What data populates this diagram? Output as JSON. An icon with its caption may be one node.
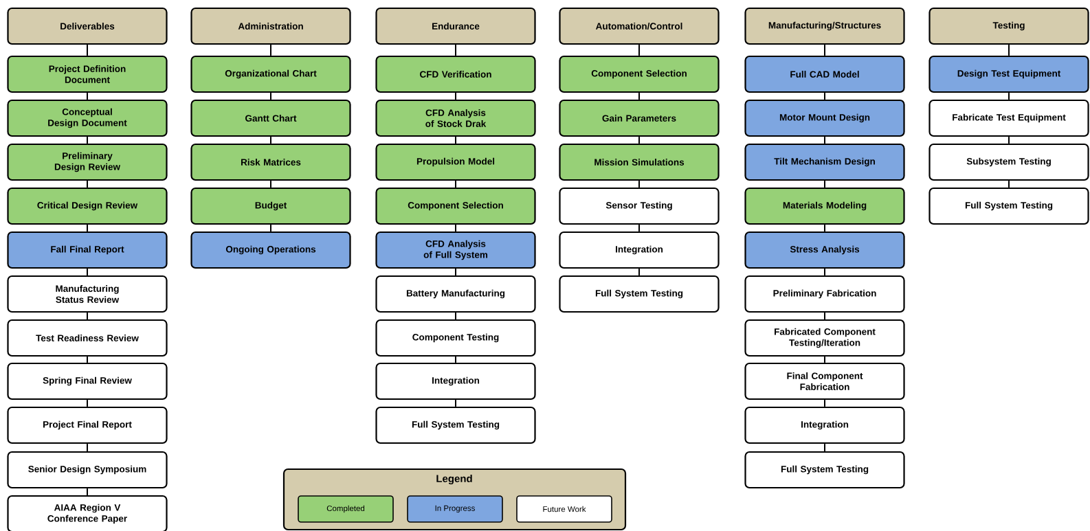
{
  "diagram": {
    "nodes": [
      {
        "text": [
          "Deliverables"
        ]
      },
      {
        "text": [
          "Project Definition Document"
        ]
      },
      {
        "text": [
          "Conceptual Design Document"
        ]
      },
      {
        "text": [
          "Preliminary Design Review"
        ]
      },
      {
        "text": [
          "Critical Design Review"
        ]
      },
      {
        "text": [
          "Fall Final Report"
        ]
      },
      {
        "text": [
          "Manufacturing Status Review"
        ]
      },
      {
        "text": [
          "Test Readiness Review"
        ]
      },
      {
        "text": [
          "Spring Final Review"
        ]
      },
      {
        "text": [
          "Project Final Report"
        ]
      },
      {
        "text": [
          "Senior Design Symposium"
        ]
      },
      {
        "text": [
          "AIAA Region V Conference Paper"
        ]
      },
      {
        "text": [
          "Administration"
        ]
      },
      {
        "text": [
          "Organizational Chart"
        ]
      },
      {
        "text": [
          "Gantt Chart"
        ]
      },
      {
        "text": [
          "Risk Matrices"
        ]
      },
      {
        "text": [
          "Budget"
        ]
      },
      {
        "text": [
          "Ongoing Operations"
        ]
      },
      {
        "text": [
          "Endurance"
        ]
      },
      {
        "text": [
          "CFD Verification"
        ]
      },
      {
        "text": [
          "CFD Analysis of Stock Drak"
        ]
      },
      {
        "text": [
          "Propulsion Model"
        ]
      },
      {
        "text": [
          "Component Selection"
        ]
      },
      {
        "text": [
          "CFD Analysis of Full System"
        ]
      },
      {
        "text": [
          "Battery Manufacturing"
        ]
      },
      {
        "text": [
          "Component Testing"
        ]
      },
      {
        "text": [
          "Integration"
        ]
      },
      {
        "text": [
          "Full System Testing"
        ]
      },
      {
        "text": [
          "Automation/Control"
        ]
      },
      {
        "text": [
          "Component Selection"
        ]
      },
      {
        "text": [
          "Gain Parameters"
        ]
      },
      {
        "text": [
          "Mission Simulations"
        ]
      },
      {
        "text": [
          "Sensor Testing"
        ]
      },
      {
        "text": [
          "Integration"
        ]
      },
      {
        "text": [
          "Full System Testing"
        ]
      },
      {
        "text": [
          "Manufacturing/Structures"
        ]
      },
      {
        "text": [
          "Full CAD Model"
        ]
      },
      {
        "text": [
          "Motor Mount Design"
        ]
      },
      {
        "text": [
          "Tilt Mechanism Design"
        ]
      },
      {
        "text": [
          "Materials Modeling"
        ]
      },
      {
        "text": [
          "Stress Analysis"
        ]
      },
      {
        "text": [
          "Preliminary Fabrication"
        ]
      },
      {
        "text": [
          "Fabricated Component Testing/Iteration"
        ]
      },
      {
        "text": [
          "Final Component Fabrication"
        ]
      },
      {
        "text": [
          "Integration"
        ]
      },
      {
        "text": [
          "Full System Testing"
        ]
      },
      {
        "text": [
          "Testing"
        ]
      },
      {
        "text": [
          "Design Test Equipment"
        ]
      },
      {
        "text": [
          "Fabricate Test Equipment"
        ]
      },
      {
        "text": [
          "Subsystem Testing"
        ]
      },
      {
        "text": [
          "Full System Testing"
        ]
      }
    ],
    "edges": [
      {
        "from": 0,
        "to": 1,
        "arrow": "none"
      },
      {
        "from": 1,
        "to": 2,
        "arrow": "none"
      },
      {
        "from": 2,
        "to": 3,
        "arrow": "none"
      },
      {
        "from": 3,
        "to": 4,
        "arrow": "none"
      },
      {
        "from": 4,
        "to": 5,
        "arrow": "none"
      },
      {
        "from": 5,
        "to": 6,
        "arrow": "none"
      },
      {
        "from": 6,
        "to": 7,
        "arrow": "none"
      },
      {
        "from": 7,
        "to": 8,
        "arrow": "none"
      },
      {
        "from": 8,
        "to": 9,
        "arrow": "none"
      },
      {
        "from": 9,
        "to": 10,
        "arrow": "none"
      },
      {
        "from": 10,
        "to": 11,
        "arrow": "none"
      },
      {
        "from": 12,
        "to": 13,
        "arrow": "none"
      },
      {
        "from": 13,
        "to": 14,
        "arrow": "none"
      },
      {
        "from": 14,
        "to": 15,
        "arrow": "none"
      },
      {
        "from": 15,
        "to": 16,
        "arrow": "none"
      },
      {
        "from": 16,
        "to": 17,
        "arrow": "none"
      },
      {
        "from": 18,
        "to": 19,
        "arrow": "none"
      },
      {
        "from": 19,
        "to": 20,
        "arrow": "none"
      },
      {
        "from": 20,
        "to": 21,
        "arrow": "none"
      },
      {
        "from": 21,
        "to": 22,
        "arrow": "none"
      },
      {
        "from": 22,
        "to": 23,
        "arrow": "none"
      },
      {
        "from": 23,
        "to": 24,
        "arrow": "none"
      },
      {
        "from": 24,
        "to": 25,
        "arrow": "none"
      },
      {
        "from": 25,
        "to": 26,
        "arrow": "none"
      },
      {
        "from": 26,
        "to": 27,
        "arrow": "none"
      },
      {
        "from": 28,
        "to": 29,
        "arrow": "none"
      },
      {
        "from": 29,
        "to": 30,
        "arrow": "none"
      },
      {
        "from": 30,
        "to": 31,
        "arrow": "none"
      },
      {
        "from": 31,
        "to": 32,
        "arrow": "none"
      },
      {
        "from": 32,
        "to": 33,
        "arrow": "none"
      },
      {
        "from": 33,
        "to": 34,
        "arrow": "none"
      },
      {
        "from": 35,
        "to": 36,
        "arrow": "none"
      },
      {
        "from": 36,
        "to": 37,
        "arrow": "none"
      },
      {
        "from": 37,
        "to": 38,
        "arrow": "none"
      },
      {
        "from": 38,
        "to": 39,
        "arrow": "none"
      },
      {
        "from": 39,
        "to": 40,
        "arrow": "none"
      },
      {
        "from": 40,
        "to": 41,
        "arrow": "none"
      },
      {
        "from": 41,
        "to": 42,
        "arrow": "none"
      },
      {
        "from": 42,
        "to": 43,
        "arrow": "none"
      },
      {
        "from": 43,
        "to": 44,
        "arrow": "none"
      },
      {
        "from": 44,
        "to": 45,
        "arrow": "none"
      },
      {
        "from": 46,
        "to": 47,
        "arrow": "none"
      },
      {
        "from": 47,
        "to": 48,
        "arrow": "none"
      },
      {
        "from": 48,
        "to": 49,
        "arrow": "none"
      },
      {
        "from": 49,
        "to": 50,
        "arrow": "none"
      }
    ],
    "labels": [
      "Legend"
    ],
    "legend": [
      {
        "text": "Completed",
        "color": "#97d077"
      },
      {
        "text": "In Progress",
        "color": "#7ea6e0"
      },
      {
        "text": "Future Work",
        "color": "#ffffff"
      }
    ]
  }
}
